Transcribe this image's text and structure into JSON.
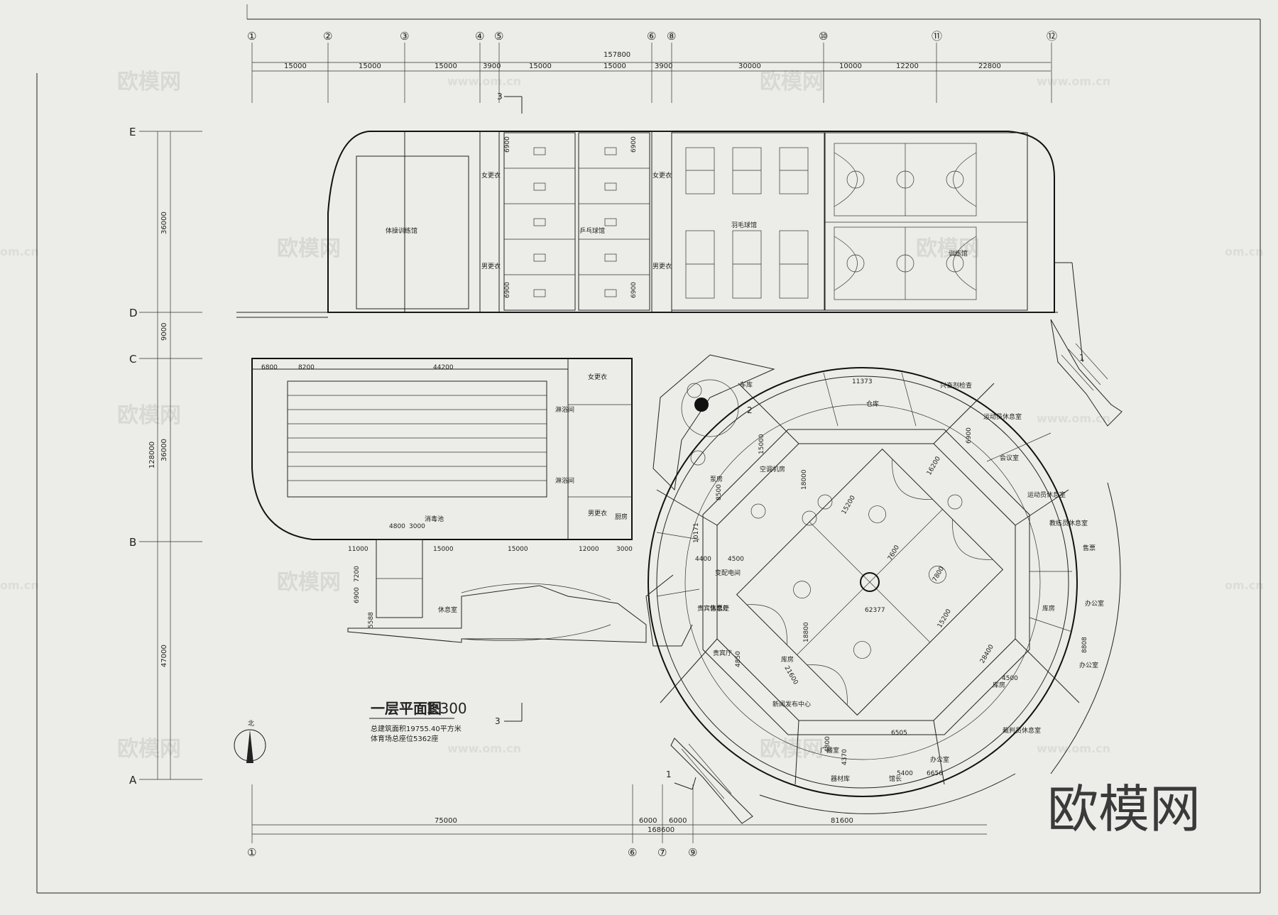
{
  "drawing": {
    "title": "一层平面图",
    "scale": "1:300",
    "note_area": "总建筑面积19755.40平方米",
    "note_seats": "体育场总座位5362座",
    "brand": "欧模网",
    "watermark": "欧模网",
    "watermark_url": "www.om.cn",
    "watermark_url_partial": "om.cn"
  },
  "axes": {
    "columns": [
      "①",
      "②",
      "③",
      "④",
      "⑤",
      "⑥",
      "⑧",
      "⑩",
      "⑪",
      "⑫"
    ],
    "columns_bottom": [
      "①",
      "⑥",
      "⑦",
      "⑨"
    ],
    "rows": [
      "E",
      "D",
      "C",
      "B",
      "A"
    ]
  },
  "dimensions": {
    "top_total": "157800",
    "top": [
      "15000",
      "15000",
      "15000",
      "3900",
      "15000",
      "15000",
      "3900",
      "30000",
      "10000",
      "12200",
      "22800"
    ],
    "bottom_total": "168600",
    "bottom": [
      "75000",
      "6000",
      "6000",
      "81600"
    ],
    "left_total": "128000",
    "left": [
      "36000",
      "9000",
      "36000",
      "47000"
    ],
    "pool_top": [
      "6800",
      "8200",
      "44200"
    ],
    "pool_bottom": [
      "11000",
      "15000",
      "15000",
      "12000",
      "3000"
    ],
    "misc": [
      "11373",
      "4800",
      "3000",
      "7200",
      "6900",
      "5588",
      "4400",
      "4500",
      "4500",
      "6505",
      "5400",
      "6656",
      "4370",
      "4800",
      "10171",
      "15000",
      "8500",
      "18000",
      "15200",
      "7600",
      "7800",
      "62377",
      "21600",
      "18800",
      "28400",
      "15200",
      "16200",
      "6900",
      "4850",
      "8808"
    ]
  },
  "sections": {
    "mark_1": "1",
    "mark_2": "2",
    "mark_3": "3"
  },
  "rooms": {
    "gym": "体操训练馆",
    "pingpong": "乒乓球馆",
    "badminton": "羽毛球馆",
    "basket": "训练馆",
    "female_locker": "女更衣",
    "male_locker": "男更衣",
    "pool_female": "女更衣",
    "pool_male": "男更衣",
    "shower": "淋浴间",
    "disinfect": "消毒池",
    "pump": "泵房",
    "tickets": "售票处",
    "aircon": "空调机房",
    "vip": "贵宾厅",
    "vip_hall": "贵宾休息厅",
    "press": "新闻发布中心",
    "referee": "裁判员休息室",
    "athlete": "运动员休息室",
    "meeting": "会议室",
    "office": "办公室",
    "warehouse": "库房",
    "storage": "器材库",
    "doping": "兴奋剂检查",
    "broadcast": "广播室",
    "changing": "变配电间",
    "storehouse": "仓库",
    "director": "馆长",
    "relax": "休息室",
    "ticket": "售票",
    "coach": "教练员休息室",
    "carpark": "车库",
    "kitchen": "厨房"
  },
  "north_label": "北"
}
